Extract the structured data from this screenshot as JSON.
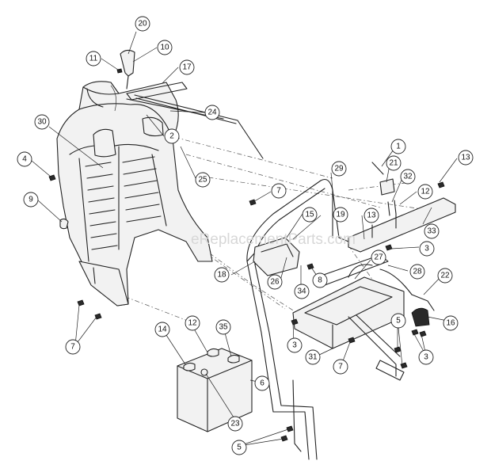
{
  "watermark": "eReplacementParts.com",
  "callouts": [
    {
      "id": "20",
      "label": "20"
    },
    {
      "id": "10",
      "label": "10"
    },
    {
      "id": "11",
      "label": "11"
    },
    {
      "id": "17",
      "label": "17"
    },
    {
      "id": "24",
      "label": "24"
    },
    {
      "id": "30",
      "label": "30"
    },
    {
      "id": "2",
      "label": "2"
    },
    {
      "id": "4",
      "label": "4"
    },
    {
      "id": "25",
      "label": "25"
    },
    {
      "id": "9",
      "label": "9"
    },
    {
      "id": "7a",
      "label": "7"
    },
    {
      "id": "29",
      "label": "29"
    },
    {
      "id": "1",
      "label": "1"
    },
    {
      "id": "21",
      "label": "21"
    },
    {
      "id": "13a",
      "label": "13"
    },
    {
      "id": "32",
      "label": "32"
    },
    {
      "id": "12a",
      "label": "12"
    },
    {
      "id": "15",
      "label": "15"
    },
    {
      "id": "19",
      "label": "19"
    },
    {
      "id": "13b",
      "label": "13"
    },
    {
      "id": "33",
      "label": "33"
    },
    {
      "id": "3a",
      "label": "3"
    },
    {
      "id": "18",
      "label": "18"
    },
    {
      "id": "27",
      "label": "27"
    },
    {
      "id": "28",
      "label": "28"
    },
    {
      "id": "26",
      "label": "26"
    },
    {
      "id": "34",
      "label": "34"
    },
    {
      "id": "8",
      "label": "8"
    },
    {
      "id": "22",
      "label": "22"
    },
    {
      "id": "7b",
      "label": "7"
    },
    {
      "id": "16",
      "label": "16"
    },
    {
      "id": "5a",
      "label": "5"
    },
    {
      "id": "14",
      "label": "14"
    },
    {
      "id": "12b",
      "label": "12"
    },
    {
      "id": "35",
      "label": "35"
    },
    {
      "id": "3b",
      "label": "3"
    },
    {
      "id": "31",
      "label": "31"
    },
    {
      "id": "7c",
      "label": "7"
    },
    {
      "id": "3c",
      "label": "3"
    },
    {
      "id": "6",
      "label": "6"
    },
    {
      "id": "23",
      "label": "23"
    },
    {
      "id": "5b",
      "label": "5"
    }
  ]
}
